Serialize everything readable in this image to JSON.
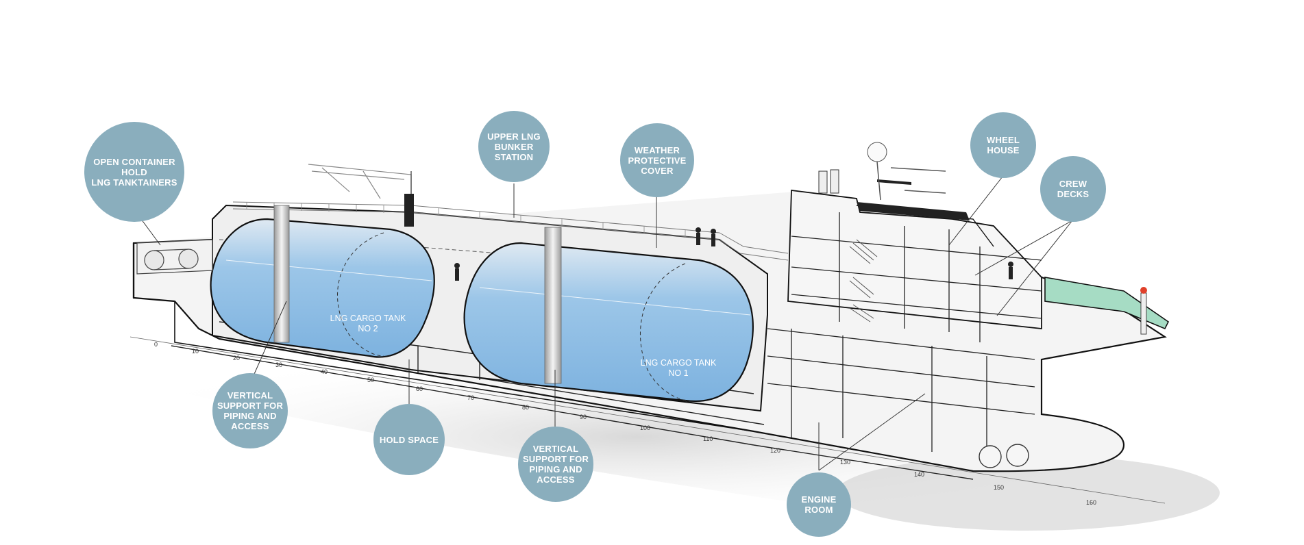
{
  "callouts": {
    "open_container_hold": "OPEN CONTAINER\nHOLD\nLNG TANKTAINERS",
    "upper_bunker_station": "UPPER LNG\nBUNKER\nSTATION",
    "weather_protective_cover": "WEATHER\nPROTECTIVE\nCOVER",
    "wheel_house": "WHEEL\nHOUSE",
    "crew_decks": "CREW\nDECKS",
    "vertical_support_aft": "VERTICAL\nSUPPORT FOR\nPIPING AND\nACCESS",
    "hold_space": "HOLD SPACE",
    "vertical_support_fwd": "VERTICAL\nSUPPORT FOR\nPIPING AND\nACCESS",
    "engine_room": "ENGINE\nROOM"
  },
  "tanks": {
    "tank2": "LNG CARGO TANK\nNO 2",
    "tank1": "LNG CARGO TANK\nNO 1"
  },
  "frame_numbers": [
    "0",
    "10",
    "20",
    "30",
    "40",
    "50",
    "60",
    "70",
    "80",
    "90",
    "100",
    "110",
    "120",
    "130",
    "140",
    "150",
    "160"
  ],
  "colors": {
    "callout": "#8aaebd",
    "tank_fill": "#8fbde3",
    "hull_stroke": "#111111",
    "bow_accent": "#a6dcc4"
  }
}
